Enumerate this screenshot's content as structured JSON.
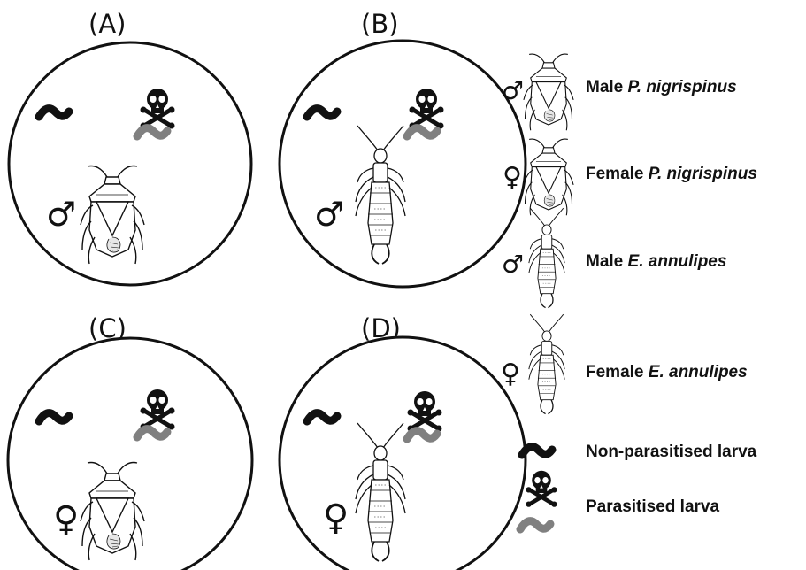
{
  "panels": [
    {
      "label": "(A)",
      "sex_symbol": "♂",
      "insect": "bug"
    },
    {
      "label": "(B)",
      "sex_symbol": "♂",
      "insect": "earwig"
    },
    {
      "label": "(C)",
      "sex_symbol": "♀",
      "insect": "bug"
    },
    {
      "label": "(D)",
      "sex_symbol": "♀",
      "insect": "earwig"
    }
  ],
  "legend": {
    "male_bug": {
      "symbol": "♂",
      "prefix": "Male ",
      "species": "P. nigrispinus"
    },
    "female_bug": {
      "symbol": "♀",
      "prefix": "Female ",
      "species": "P. nigrispinus"
    },
    "male_earwig": {
      "symbol": "♂",
      "prefix": "Male ",
      "species": "E. annulipes"
    },
    "female_earwig": {
      "symbol": "♀",
      "prefix": "Female ",
      "species": "E. annulipes"
    },
    "non_parasitised": "Non-parasitised larva",
    "parasitised": "Parasitised larva"
  },
  "colors": {
    "nonparasitised_larva": "#111111",
    "parasitised_larva": "#808080",
    "outline": "#111111"
  },
  "icons": [
    "skull-crossbones-icon",
    "larva-icon",
    "stink-bug-icon",
    "earwig-icon",
    "male-symbol-icon",
    "female-symbol-icon"
  ]
}
